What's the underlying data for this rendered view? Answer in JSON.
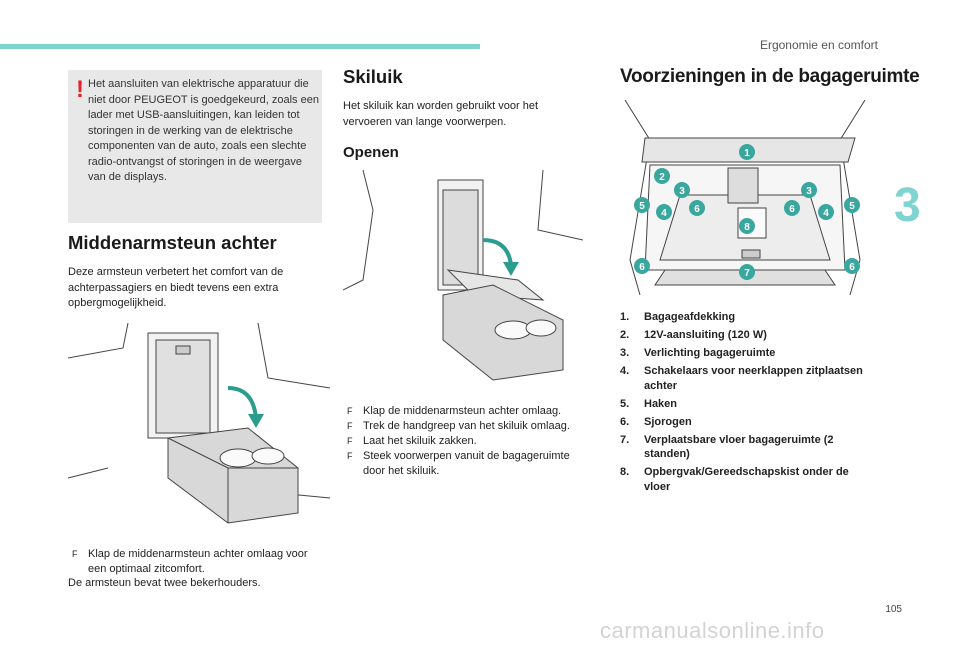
{
  "header": {
    "section": "Ergonomie en comfort",
    "chapter_number": "3",
    "page_number": "105"
  },
  "warning": {
    "text": "Het aansluiten van elektrische apparatuur die niet door PEUGEOT is goedgekeurd, zoals een lader met USB-aansluitingen, kan leiden tot storingen in de werking van de elektrische componenten van de auto, zoals een slechte radio-ontvangst of storingen in de weergave van de displays."
  },
  "middenarmsteun": {
    "title": "Middenarmsteun achter",
    "intro": "Deze armsteun verbetert het comfort van de achterpassagiers en biedt tevens een extra opbergmogelijkheid.",
    "steps": [
      "Klap de middenarmsteun achter omlaag voor een optimaal zitcomfort."
    ],
    "note": "De armsteun bevat twee bekerhouders."
  },
  "skiluik": {
    "title": "Skiluik",
    "intro": "Het skiluik kan worden gebruikt voor het vervoeren van lange voorwerpen.",
    "subtitle": "Openen",
    "steps": [
      "Klap de middenarmsteun achter omlaag.",
      "Trek de handgreep van het skiluik omlaag.",
      "Laat het skiluik zakken.",
      "Steek voorwerpen vanuit de bagageruimte door het skiluik."
    ]
  },
  "bagageruimte": {
    "title": "Voorzieningen in de bagageruimte",
    "items": [
      {
        "num": "1.",
        "label": "Bagageafdekking"
      },
      {
        "num": "2.",
        "label": "12V-aansluiting (120 W)"
      },
      {
        "num": "3.",
        "label": "Verlichting bagageruimte"
      },
      {
        "num": "4.",
        "label": "Schakelaars voor neerklappen zitplaatsen achter"
      },
      {
        "num": "5.",
        "label": "Haken"
      },
      {
        "num": "6.",
        "label": "Sjorogen"
      },
      {
        "num": "7.",
        "label": "Verplaatsbare vloer bagageruimte (2 standen)"
      },
      {
        "num": "8.",
        "label": "Opbergvak/Gereedschapskist onder de vloer"
      }
    ],
    "callouts": [
      "1",
      "2",
      "3",
      "3",
      "4",
      "4",
      "5",
      "5",
      "6",
      "6",
      "6",
      "6",
      "7",
      "8"
    ]
  },
  "bullet_glyph": "F",
  "watermark": "carmanualsonline.info",
  "colors": {
    "accent": "#7fd4d0",
    "callout": "#3aa79f",
    "warning": "#e3222b",
    "arrow": "#2a9d8f"
  }
}
